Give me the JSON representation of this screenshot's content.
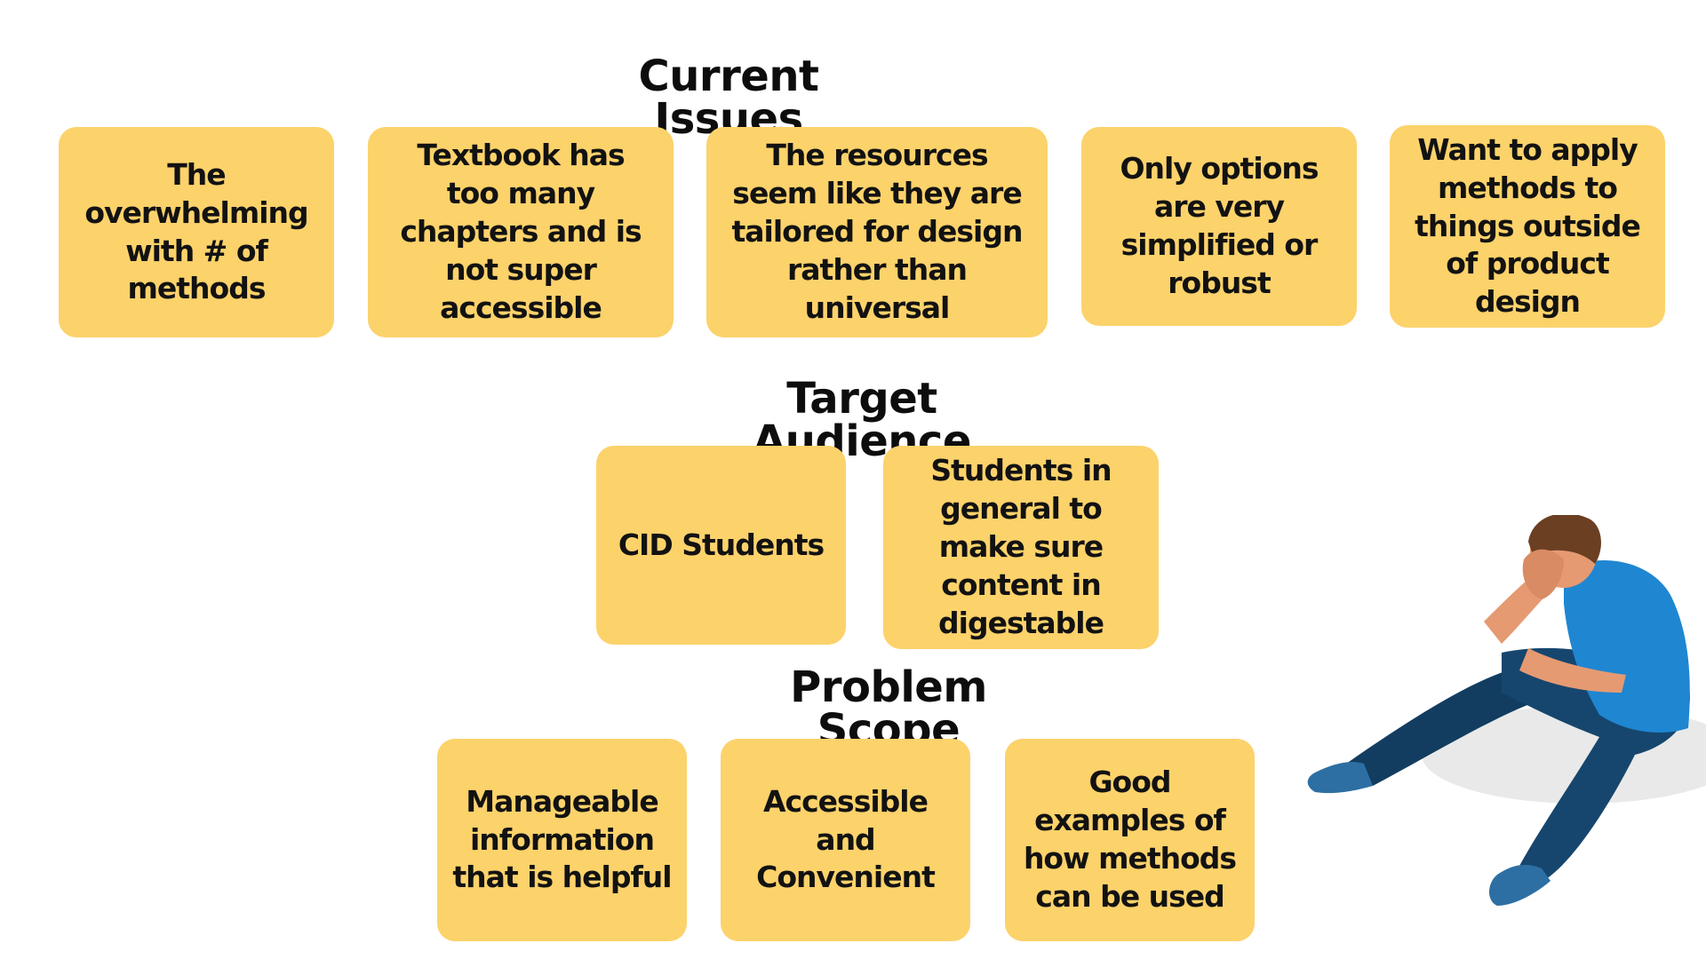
{
  "colors": {
    "card_fill": "#FCD26B",
    "heading_text": "#0D0D0D",
    "shirt": "#1F86D1",
    "pants": "#16466E",
    "skin": "#E59A72",
    "hair": "#6B3F22",
    "shadow": "#E9E9E9"
  },
  "current_issues": {
    "title": "Current Issues",
    "cards": [
      "The overwhelming with  # of methods",
      "Textbook has too many chapters and is not super accessible",
      "The resources seem like they are tailored for design rather than universal",
      "Only options are very simplified or robust",
      "Want to apply methods to things outside of product design"
    ]
  },
  "target_audience": {
    "title": "Target Audience",
    "cards": [
      "CID Students",
      "Students in general to make sure content in digestable"
    ]
  },
  "problem_scope": {
    "title": "Problem Scope",
    "cards": [
      "Manageable information that is helpful",
      "Accessible and Convenient",
      "Good examples of how methods can be used"
    ]
  },
  "illustration": {
    "icon": "distressed-person-sitting-icon"
  }
}
